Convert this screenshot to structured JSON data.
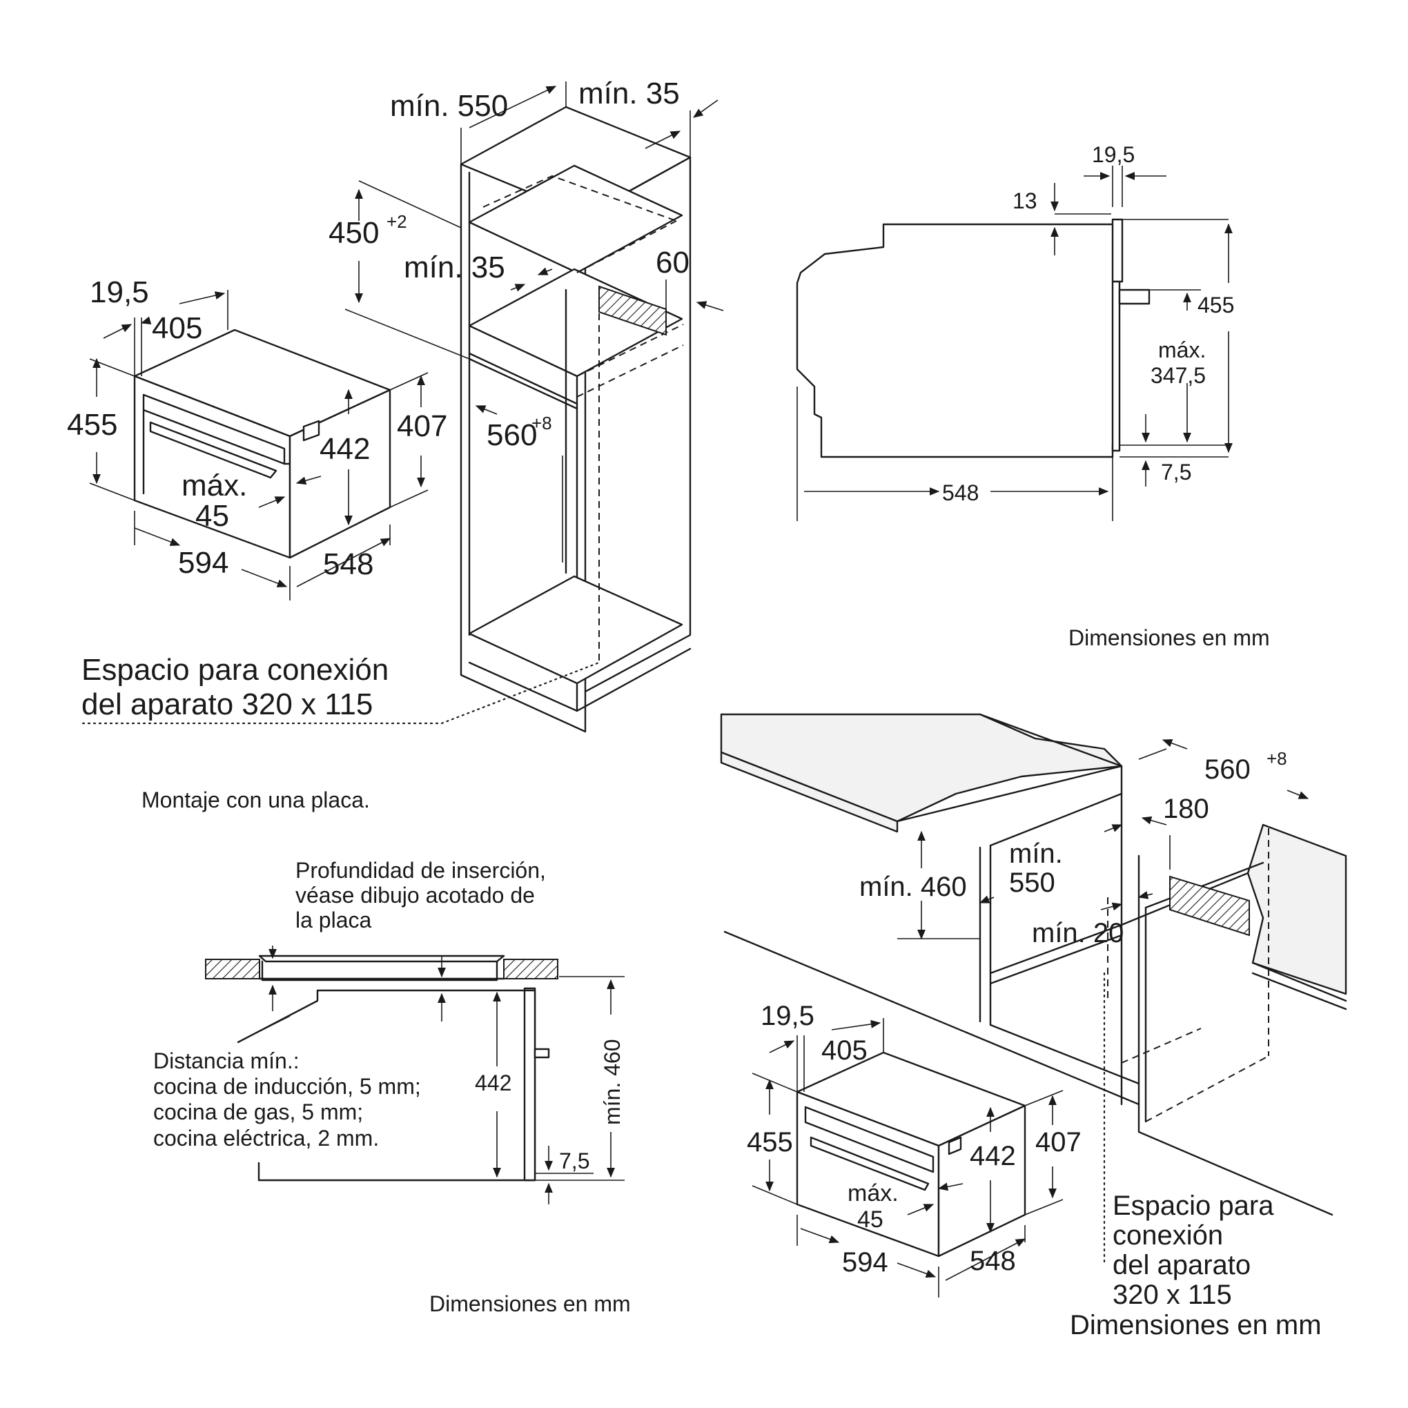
{
  "top_left": {
    "cabinet_min_550": "mín. 550",
    "cabinet_min_35_top": "mín. 35",
    "cabinet_450": "450",
    "cabinet_450_sup": "+2",
    "cabinet_min_35_mid": "mín. 35",
    "cabinet_60": "60",
    "cabinet_560": "560",
    "cabinet_560_sup": "+8",
    "oven_19_5": "19,5",
    "oven_405": "405",
    "oven_455": "455",
    "oven_442": "442",
    "oven_407": "407",
    "oven_max": "máx.",
    "oven_45": "45",
    "oven_594": "594",
    "oven_548": "548",
    "connection_line1": "Espacio para conexión",
    "connection_line2": "del aparato 320 x 115",
    "caption_mount": "Montaje con una placa."
  },
  "side_view": {
    "dim_19_5": "19,5",
    "dim_13": "13",
    "dim_455": "455",
    "dim_max": "máx.",
    "dim_347_5": "347,5",
    "dim_7_5": "7,5",
    "dim_548": "548",
    "caption": "Dimensiones en mm"
  },
  "hob_section": {
    "insert_line1": "Profundidad de inserción,",
    "insert_line2": "véase dibujo acotado de",
    "insert_line3": "la placa",
    "dist_line1": "Distancia mín.:",
    "dist_line2": "cocina de inducción, 5 mm;",
    "dist_line3": "cocina de gas, 5 mm;",
    "dist_line4": "cocina eléctrica, 2 mm.",
    "dim_442": "442",
    "dim_min_460": "mín. 460",
    "dim_7_5": "7,5",
    "caption": "Dimensiones en mm"
  },
  "bottom_right": {
    "dim_560": "560",
    "dim_560_sup": "+8",
    "dim_180": "180",
    "dim_min_460": "mín. 460",
    "dim_min": "mín.",
    "dim_550": "550",
    "dim_min_20": "mín. 20",
    "oven_19_5": "19,5",
    "oven_405": "405",
    "oven_455": "455",
    "oven_442": "442",
    "oven_407": "407",
    "oven_max": "máx.",
    "oven_45": "45",
    "oven_594": "594",
    "oven_548": "548",
    "connection_line1": "Espacio para",
    "connection_line2": "conexión",
    "connection_line3": "del aparato",
    "connection_line4": "320 x 115",
    "caption": "Dimensiones en mm"
  }
}
